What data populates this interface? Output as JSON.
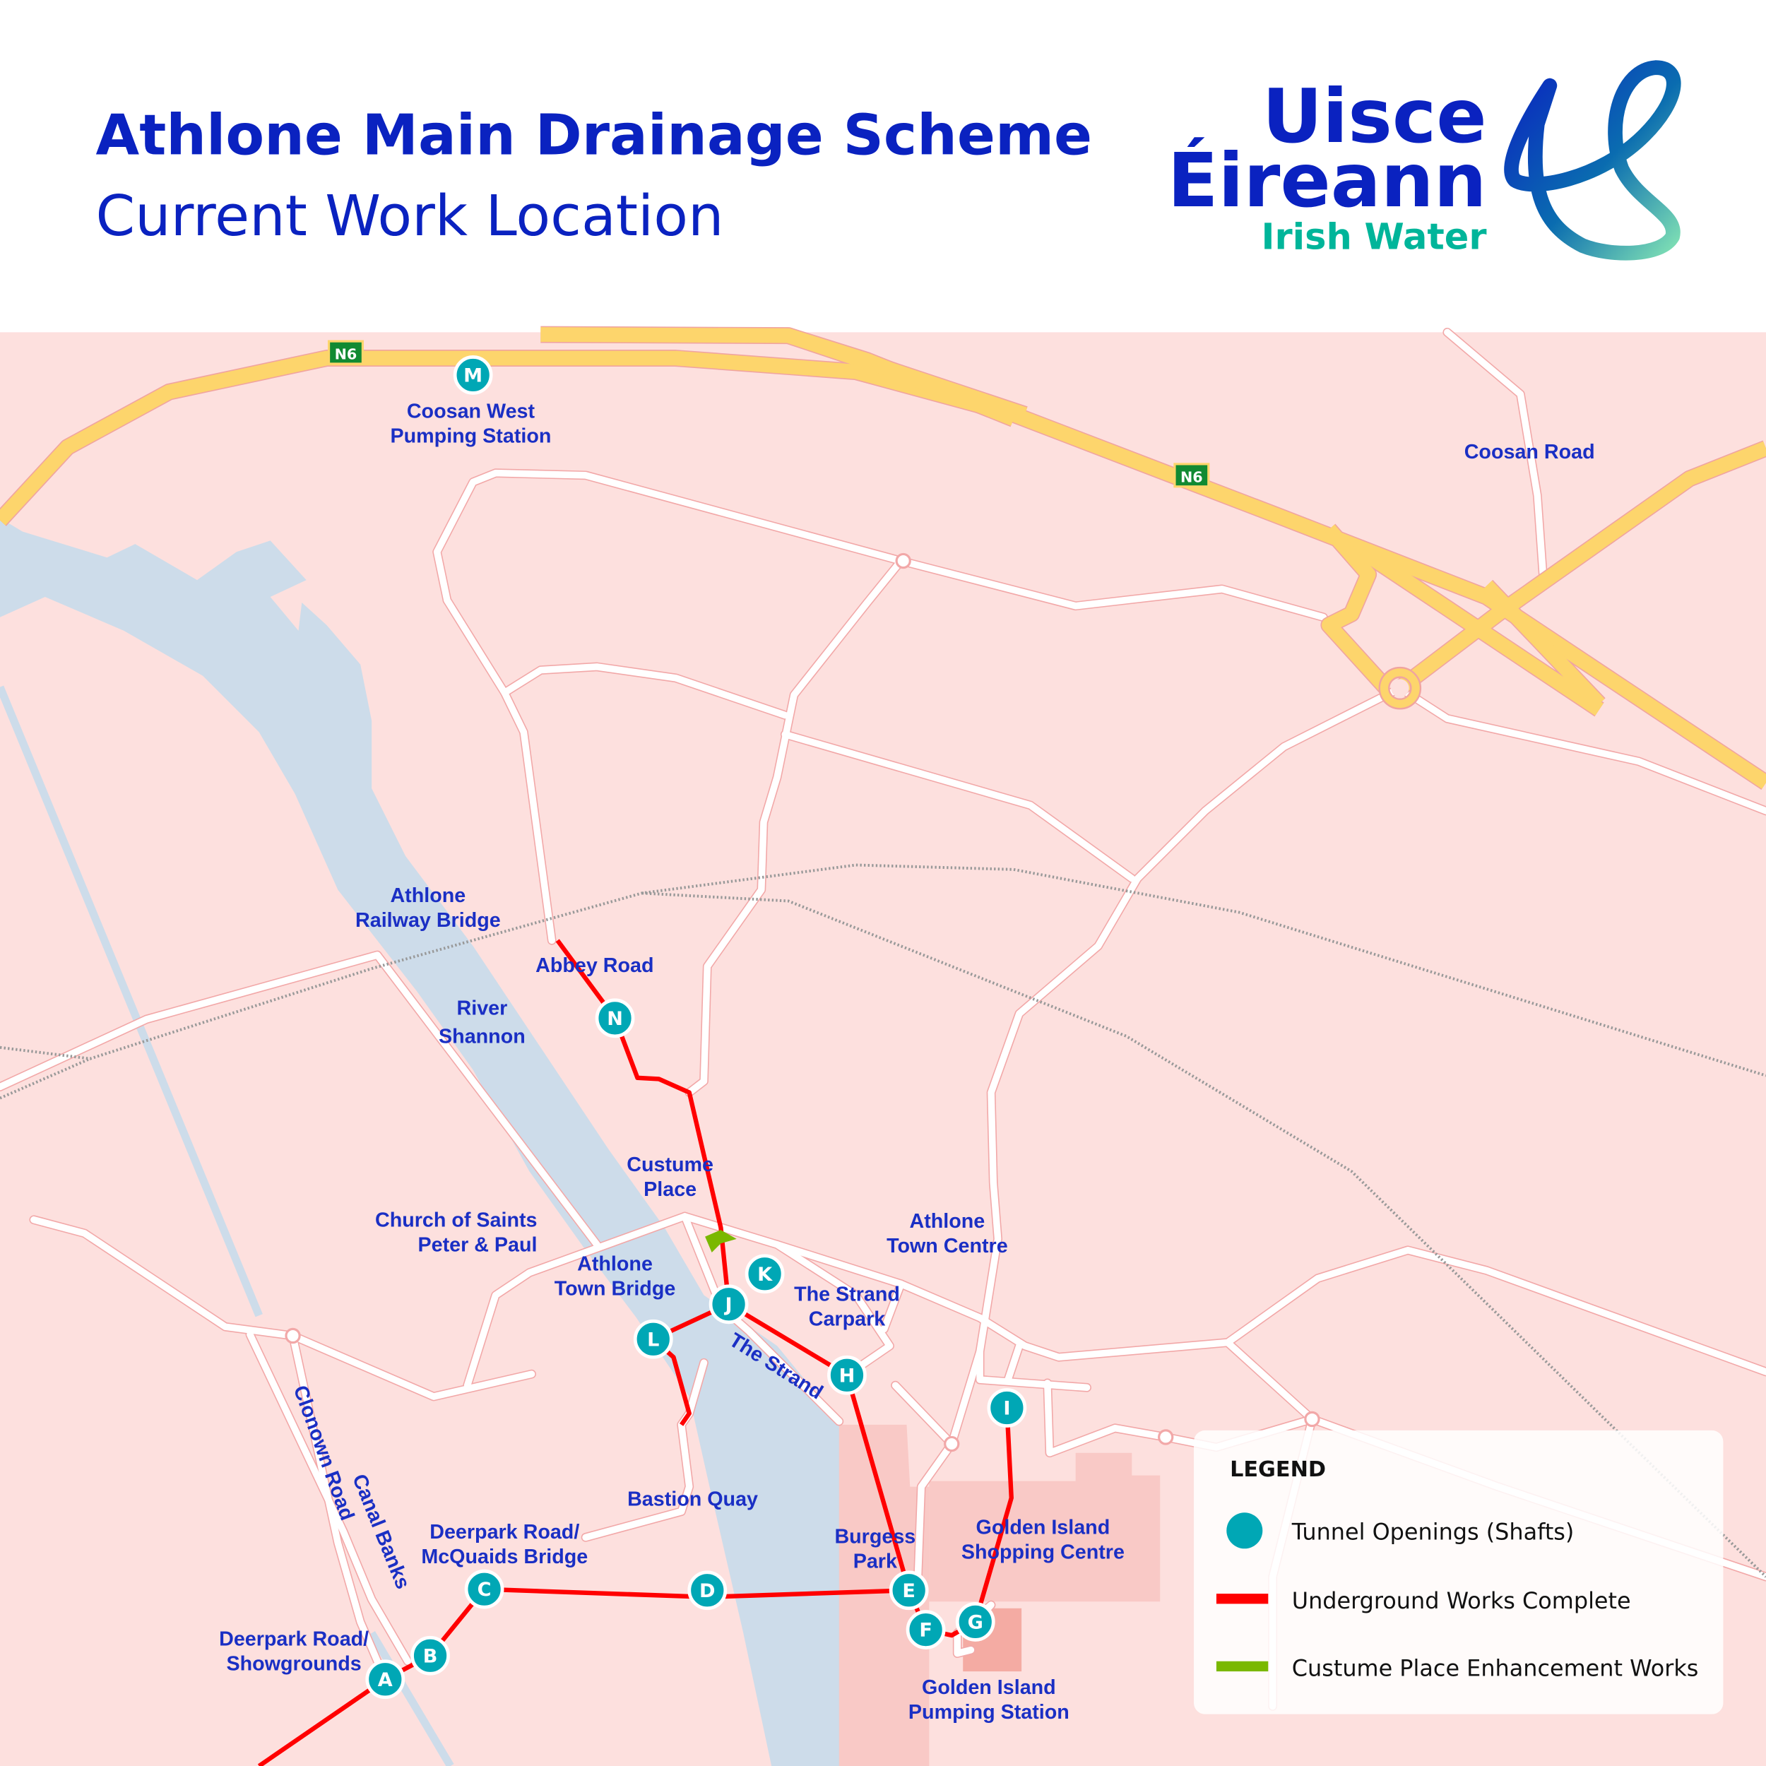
{
  "header": {
    "title": "Athlone Main Drainage Scheme",
    "subtitle": "Current Work Location",
    "logo": {
      "line1": "Uisce",
      "line2": "Éireann",
      "line3": "Irish Water"
    }
  },
  "colors": {
    "title": "#0a22c0",
    "teal_brand": "#00b59a",
    "shaft": "#00a7b5",
    "underground_complete": "#ff0000",
    "enhancement": "#7ab800",
    "map_bg": "#fde0de",
    "river": "#cddcea",
    "motorway": "#fdd56c"
  },
  "road_badges": [
    "N6",
    "N6"
  ],
  "labels": {
    "coosan_west": [
      "Coosan West",
      "Pumping Station"
    ],
    "coosan_road": "Coosan Road",
    "railway_bridge": [
      "Athlone",
      "Railway Bridge"
    ],
    "abbey_road": "Abbey Road",
    "river": [
      "River",
      "Shannon"
    ],
    "custume": [
      "Custume",
      "Place"
    ],
    "church": [
      "Church of Saints",
      "Peter & Paul"
    ],
    "town_centre": [
      "Athlone",
      "Town Centre"
    ],
    "town_bridge": [
      "Athlone",
      "Town Bridge"
    ],
    "strand_carpark": [
      "The Strand",
      "Carpark"
    ],
    "the_strand": "The Strand",
    "bastion_quay": "Bastion Quay",
    "deerpark_mcquaids": [
      "Deerpark Road/",
      "McQuaids Bridge"
    ],
    "burgess_park": [
      "Burgess",
      "Park"
    ],
    "golden_island_sc": [
      "Golden Island",
      "Shopping Centre"
    ],
    "deerpark_showgrounds": [
      "Deerpark Road/",
      "Showgrounds"
    ],
    "golden_island_ps": [
      "Golden Island",
      "Pumping Station"
    ],
    "clonown_road": "Clonown Road",
    "canal_banks": "Canal Banks"
  },
  "shafts": [
    "A",
    "B",
    "C",
    "D",
    "E",
    "F",
    "G",
    "H",
    "I",
    "J",
    "K",
    "L",
    "M",
    "N"
  ],
  "legend": {
    "title": "LEGEND",
    "items": [
      {
        "label": "Tunnel Openings (Shafts)",
        "icon": "teal-circle"
      },
      {
        "label": "Underground Works Complete",
        "icon": "red-line"
      },
      {
        "label": "Custume Place Enhancement Works",
        "icon": "green-line"
      }
    ]
  }
}
